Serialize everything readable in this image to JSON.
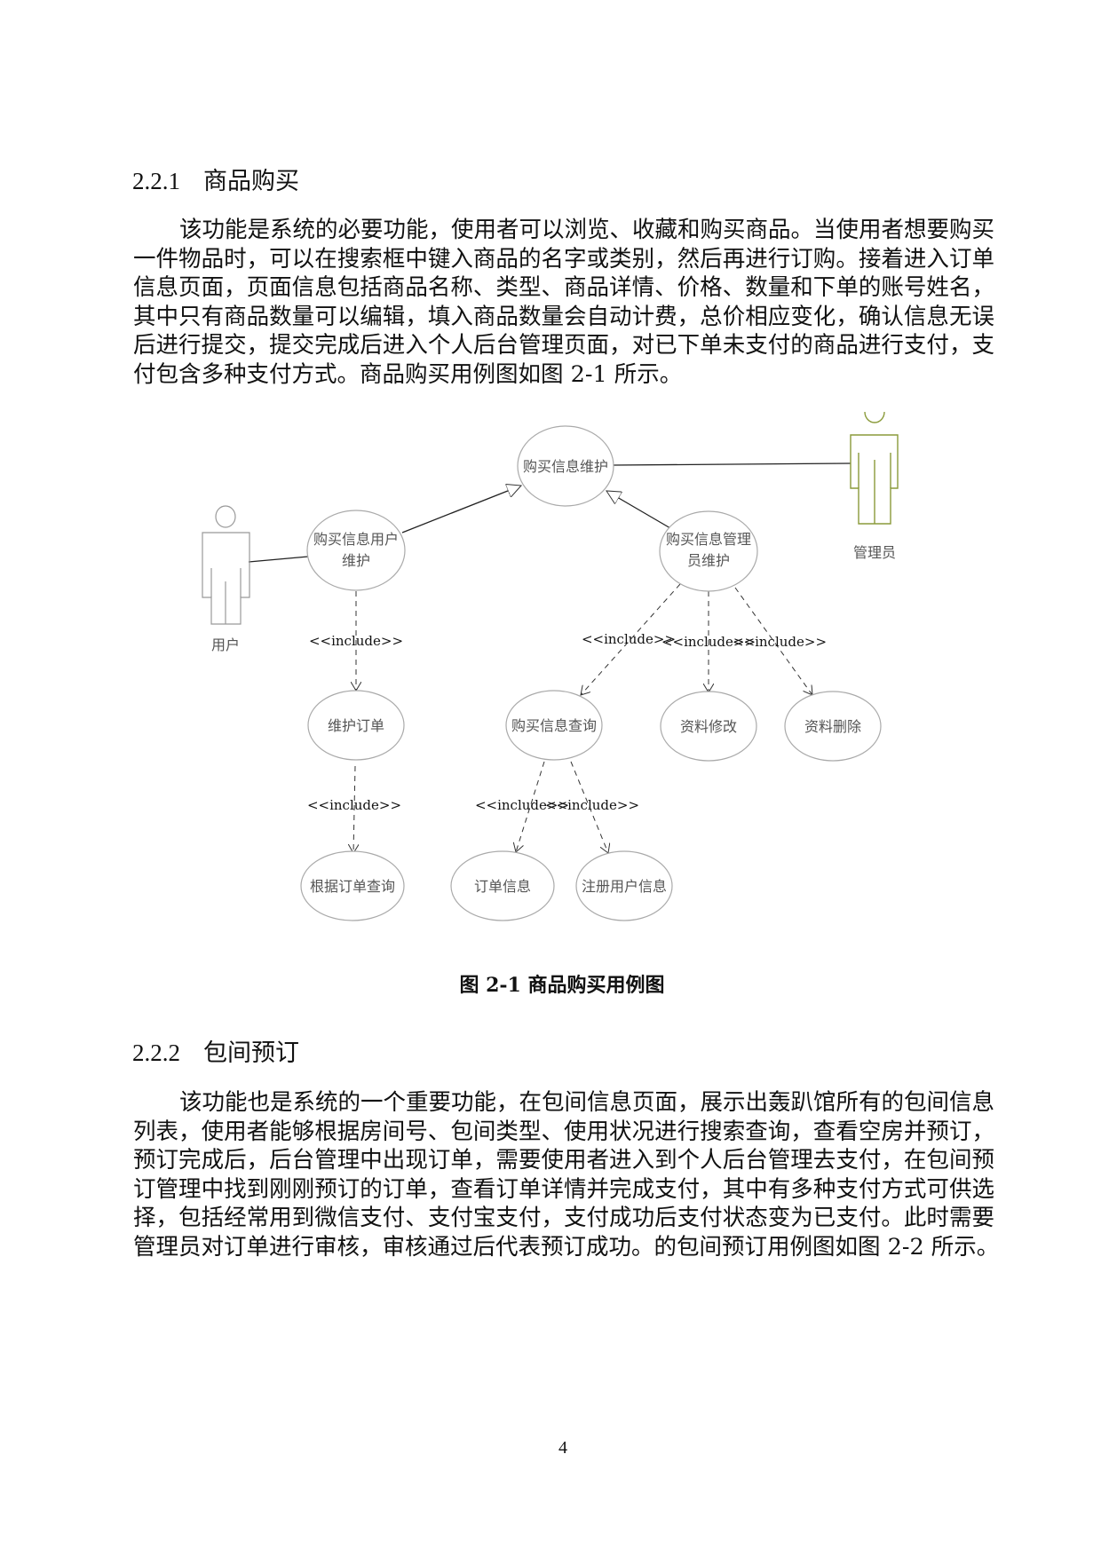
{
  "section1": {
    "number": "2.2.1",
    "title": "商品购买",
    "paragraph_lines": [
      "该功能是系统的必要功能，使用者可以浏览、收藏和购买商品。当使用者想要购买",
      "一件物品时，可以在搜索框中键入商品的名字或类别，然后再进行订购。接着进入订单",
      "信息页面，页面信息包括商品名称、类型、商品详情、价格、数量和下单的账号姓名，",
      "其中只有商品数量可以编辑，填入商品数量会自动计费，总价相应变化，确认信息无误",
      "后进行提交，提交完成后进入个人后台管理页面，对已下单未支付的商品进行支付，支",
      "付包含多种支付方式。商品购买用例图如图 2-1 所示。"
    ]
  },
  "diagram": {
    "actors": {
      "user": "用户",
      "admin": "管理员"
    },
    "use_cases": {
      "purchase_info_maint": "购买信息维护",
      "user_maint_l1": "购买信息用户",
      "user_maint_l2": "维护",
      "admin_maint_l1": "购买信息管理",
      "admin_maint_l2": "员维护",
      "maintain_order": "维护订单",
      "purchase_query": "购买信息查询",
      "edit_profile": "资料修改",
      "delete_profile": "资料删除",
      "query_by_order": "根据订单查询",
      "order_info": "订单信息",
      "registered_user_info": "注册用户信息"
    },
    "include_label": "<<include>>",
    "admin_color": "#8a9a3a"
  },
  "caption": "图 2-1  商品购买用例图",
  "section2": {
    "number": "2.2.2",
    "title": "包间预订",
    "paragraph_lines": [
      "该功能也是系统的一个重要功能，在包间信息页面，展示出轰趴馆所有的包间信息",
      "列表，使用者能够根据房间号、包间类型、使用状况进行搜索查询，查看空房并预订，",
      "预订完成后，后台管理中出现订单，需要使用者进入到个人后台管理去支付，在包间预",
      "订管理中找到刚刚预订的订单，查看订单详情并完成支付，其中有多种支付方式可供选",
      "择，包括经常用到微信支付、支付宝支付，支付成功后支付状态变为已支付。此时需要",
      "管理员对订单进行审核，审核通过后代表预订成功。的包间预订用例图如图 2-2 所示。"
    ]
  },
  "page_number": "4"
}
